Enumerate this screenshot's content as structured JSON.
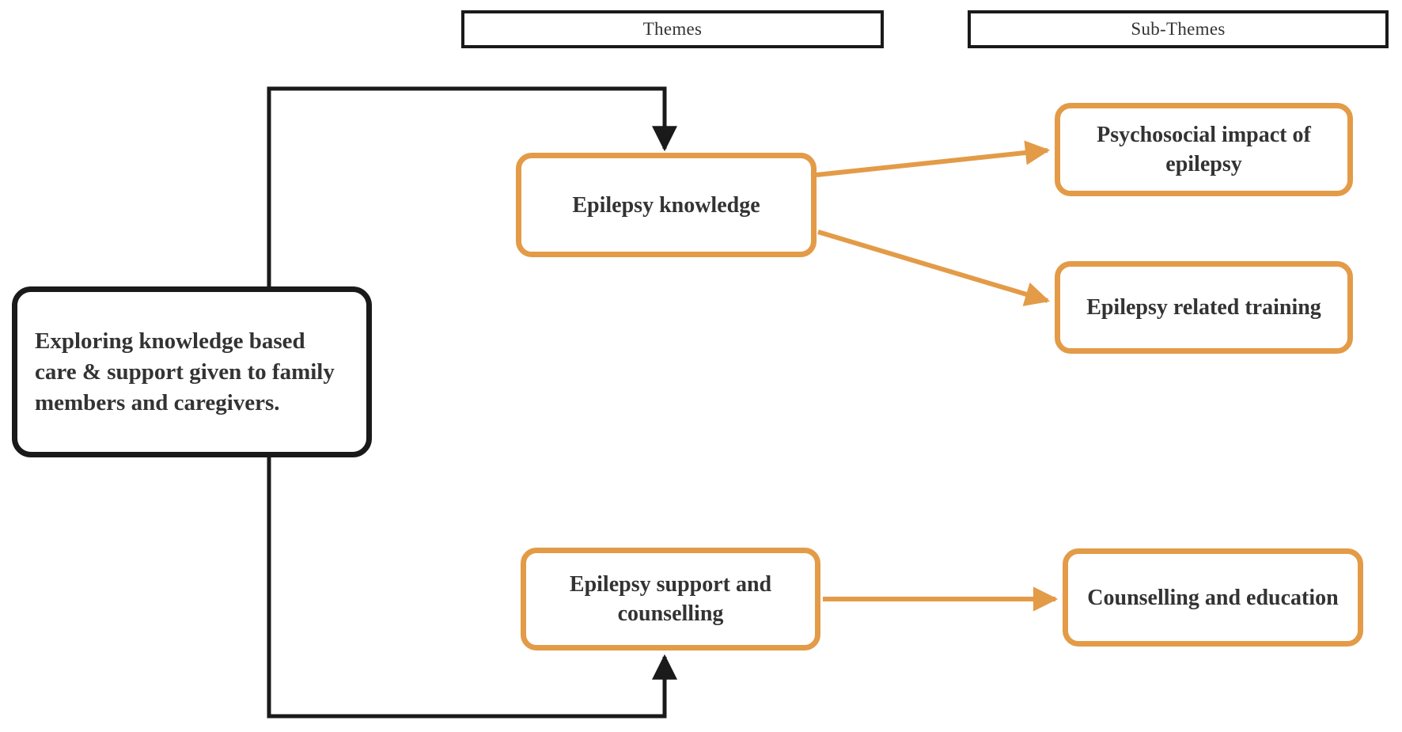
{
  "figure": {
    "colors": {
      "background": "#ffffff",
      "accent_orange": "#e39b48",
      "line_black": "#1a1a1a",
      "text": "#333333"
    },
    "headers": {
      "themes": "Themes",
      "subthemes": "Sub-Themes"
    },
    "root": {
      "label": "Exploring knowledge based care & support given to family members and caregivers."
    },
    "themes": [
      {
        "id": "epilepsy-knowledge",
        "label": "Epilepsy knowledge"
      },
      {
        "id": "epilepsy-support-and-counselling",
        "label": "Epilepsy support and counselling"
      }
    ],
    "subthemes": [
      {
        "id": "psychosocial-impact-of-epilepsy",
        "label": "Psychosocial impact of epilepsy"
      },
      {
        "id": "epilepsy-related-training",
        "label": "Epilepsy related training"
      },
      {
        "id": "counselling-and-education",
        "label": "Counselling and education"
      }
    ],
    "connections": [
      {
        "from": "root",
        "to": "epilepsy-knowledge",
        "color": "black"
      },
      {
        "from": "root",
        "to": "epilepsy-support-and-counselling",
        "color": "black"
      },
      {
        "from": "epilepsy-knowledge",
        "to": "psychosocial-impact-of-epilepsy",
        "color": "orange"
      },
      {
        "from": "epilepsy-knowledge",
        "to": "epilepsy-related-training",
        "color": "orange"
      },
      {
        "from": "epilepsy-support-and-counselling",
        "to": "counselling-and-education",
        "color": "orange"
      }
    ]
  }
}
